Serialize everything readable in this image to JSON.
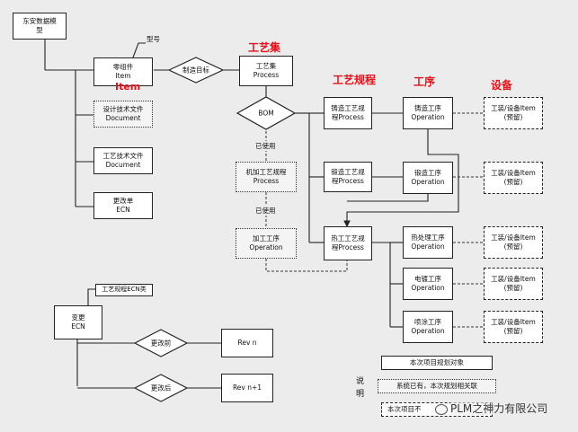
{
  "root": [
    "东安数据模",
    "型"
  ],
  "model_label": "型号",
  "part": [
    "零组件",
    "Item"
  ],
  "design_doc": [
    "设计技术文件",
    "Document"
  ],
  "process_doc": [
    "工艺技术文件",
    "Document"
  ],
  "change_order": [
    "更改单",
    "ECN"
  ],
  "make_target": "制造目标",
  "process_set": [
    "工艺集",
    "Process"
  ],
  "bom": "BOM",
  "used_1": "已使用",
  "machining_plan": [
    "机加工艺规程",
    "Process"
  ],
  "used_2": "已使用",
  "machining_op": [
    "加工工序",
    "Operation"
  ],
  "casting_plan": [
    "铸造工艺规",
    "程Process"
  ],
  "forging_plan": [
    "锻造工艺规",
    "程Process"
  ],
  "heat_plan": [
    "热工工艺规",
    "程Process"
  ],
  "casting_op": [
    "铸造工序",
    "Operation"
  ],
  "forging_op": [
    "锻造工序",
    "Operation"
  ],
  "heat_op": [
    "热处理工序",
    "Operation"
  ],
  "plating_op": [
    "电镀工序",
    "Operation"
  ],
  "spray_op": [
    "喷涂工序",
    "Operation"
  ],
  "equipment_box": [
    "工装/设备Item",
    "(预留)"
  ],
  "red_labels": {
    "process_set": "工艺集",
    "item": "Item",
    "process_plan": "工艺规程",
    "operation": "工序",
    "equipment": "设备"
  },
  "ecn_class": "工艺规程ECN类",
  "change_ecn": [
    "变更",
    "ECN"
  ],
  "before_change": "更改前",
  "after_change": "更改后",
  "rev_n": "Rev n",
  "rev_n1": "Rev n+1",
  "legend": {
    "title": [
      "说",
      "明"
    ],
    "current": "本次项目规划对象",
    "existing": "系统已有，本次规划相关联",
    "reserved": "本次项目不"
  },
  "watermark": "PLM之神力有限公司",
  "colors": {
    "accent_red": "#e0121b",
    "background": "#ececec"
  }
}
